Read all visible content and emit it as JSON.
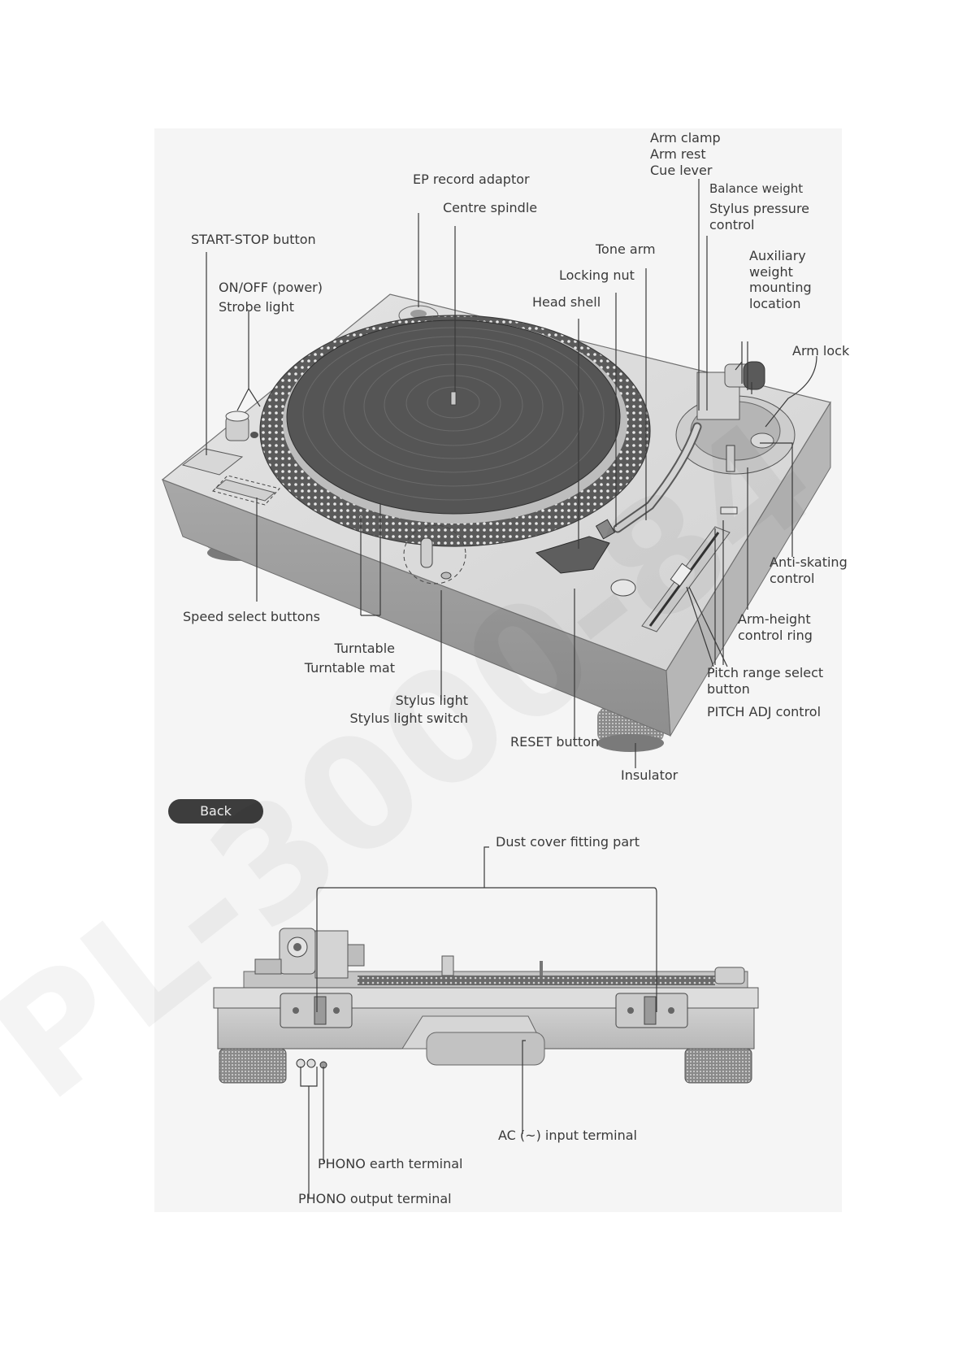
{
  "watermark": "PL-3000-84",
  "top_view": {
    "labels": {
      "arm_clamp": "Arm clamp",
      "arm_rest": "Arm rest",
      "cue_lever": "Cue lever",
      "balance_weight": "Balance weight",
      "stylus_pressure_control": [
        "Stylus pressure",
        "control"
      ],
      "ep_record_adaptor": "EP record adaptor",
      "centre_spindle": "Centre spindle",
      "start_stop_button": "START-STOP button",
      "tone_arm": "Tone arm",
      "locking_nut": "Locking nut",
      "on_off_power": "ON/OFF (power)",
      "strobe_light": "Strobe light",
      "head_shell": "Head shell",
      "auxiliary_weight_mounting_location": [
        "Auxiliary",
        "weight",
        "mounting",
        "location"
      ],
      "arm_lock": "Arm lock",
      "anti_skating_control": [
        "Anti-skating",
        "control"
      ],
      "speed_select_buttons": "Speed select buttons",
      "arm_height_control_ring": [
        "Arm-height",
        "control ring"
      ],
      "turntable": "Turntable",
      "turntable_mat": "Turntable mat",
      "pitch_range_select_button": [
        "Pitch range select",
        "button"
      ],
      "stylus_light": "Stylus light",
      "stylus_light_switch": "Stylus light switch",
      "pitch_adj_control": "PITCH ADJ control",
      "reset_button": "RESET button",
      "insulator": "Insulator"
    }
  },
  "navigation": {
    "back_label": "Back"
  },
  "rear_view": {
    "labels": {
      "dust_cover_fitting_part": "Dust cover fitting part",
      "ac_input_terminal": "AC (~) input terminal",
      "phono_earth_terminal": "PHONO earth terminal",
      "phono_output_terminal": "PHONO output terminal"
    }
  }
}
